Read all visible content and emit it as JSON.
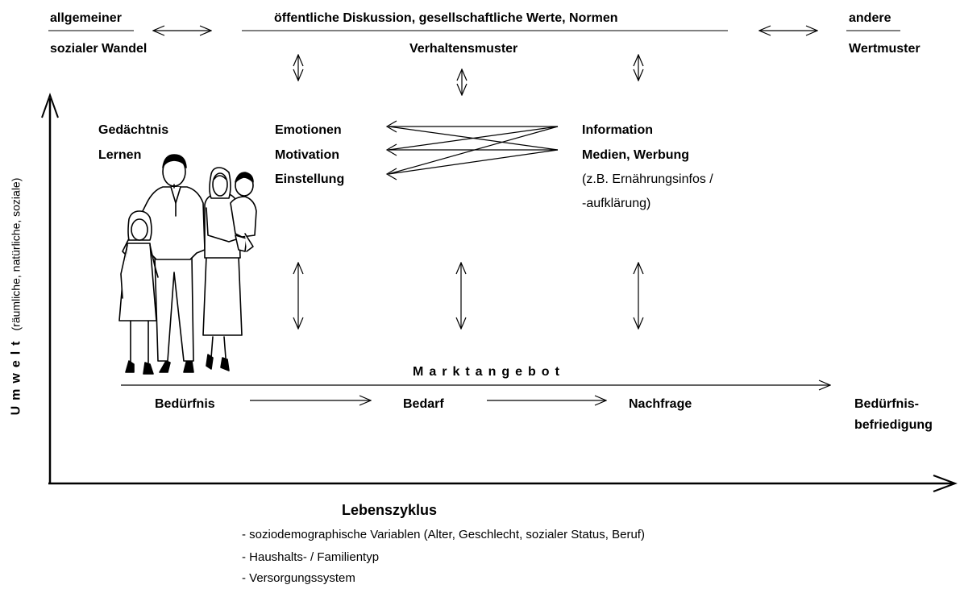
{
  "top": {
    "left_line1": "allgemeiner",
    "left_line2": "sozialer Wandel",
    "center_line1": "öffentliche Diskussion, gesellschaftliche Werte, Normen",
    "center_line2": "Verhaltensmuster",
    "right_line1": "andere",
    "right_line2": "Wertmuster"
  },
  "psych": {
    "left": [
      "Gedächtnis",
      "Lernen"
    ],
    "center": [
      "Emotionen",
      "Motivation",
      "Einstellung"
    ],
    "right_bold": [
      "Information",
      "Medien, Werbung"
    ],
    "right_normal": [
      "(z.B. Ernährungsinfos /",
      "-aufklärung)"
    ]
  },
  "market": {
    "label": "Marktangebot",
    "steps": [
      "Bedürfnis",
      "Bedarf",
      "Nachfrage"
    ],
    "end": [
      "Bedürfnis-",
      "befriedigung"
    ]
  },
  "y_axis": {
    "title": "Umwelt",
    "subtitle": "(räumliche, natürliche, soziale)"
  },
  "x_axis": {
    "title": "Lebenszyklus",
    "items": [
      "- soziodemographische Variablen (Alter, Geschlecht, sozialer Status, Beruf)",
      "- Haushalts- / Familientyp",
      "- Versorgungssystem"
    ]
  },
  "colors": {
    "ink": "#000000",
    "background": "#ffffff"
  }
}
